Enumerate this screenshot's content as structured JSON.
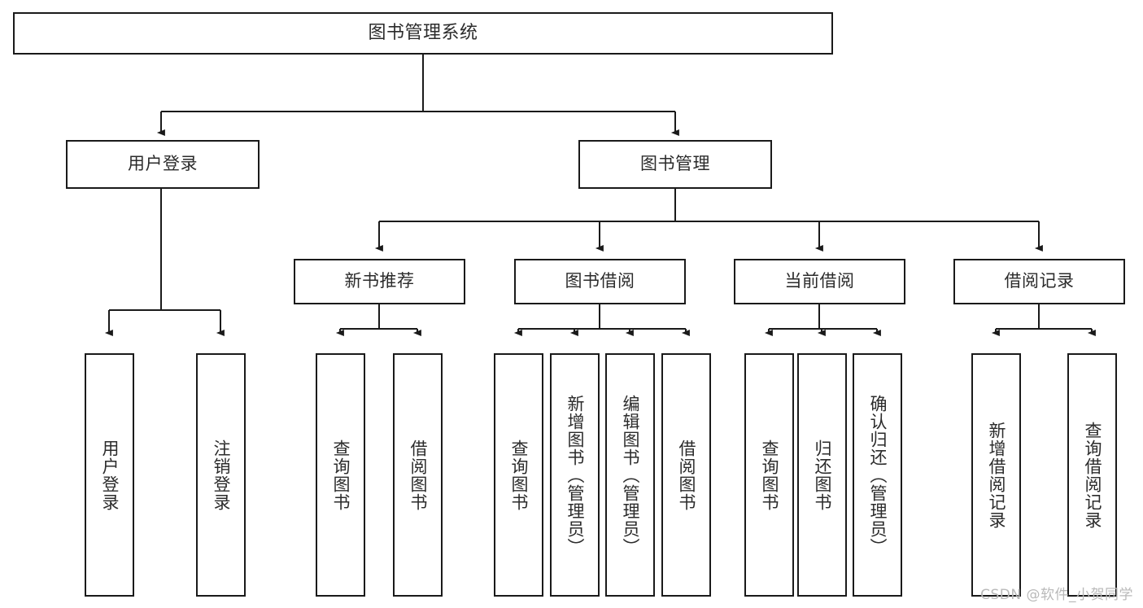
{
  "diagram": {
    "type": "tree-hierarchy-chart",
    "title": "图书管理系统",
    "watermark": "CSDN @软件_小贺同学",
    "colors": {
      "stroke": "#1a1a1a",
      "box_fill": "#ffffff",
      "text": "#2b2b2b",
      "background": "#ffffff",
      "watermark": "#b9b9b9"
    },
    "nodes": {
      "root": {
        "label": "图书管理系统"
      },
      "level1": [
        {
          "label": "用户登录"
        },
        {
          "label": "图书管理"
        }
      ],
      "level2": [
        {
          "label": "新书推荐"
        },
        {
          "label": "图书借阅"
        },
        {
          "label": "当前借阅"
        },
        {
          "label": "借阅记录"
        }
      ],
      "leaves": {
        "user_login": [
          {
            "label": "用户登录"
          },
          {
            "label": "注销登录"
          }
        ],
        "new_book": [
          {
            "label": "查询图书"
          },
          {
            "label": "借阅图书"
          }
        ],
        "borrow_book": [
          {
            "label": "查询图书"
          },
          {
            "label": "新增图书（管理员）"
          },
          {
            "label": "编辑图书（管理员）"
          },
          {
            "label": "借阅图书"
          }
        ],
        "current_borrow": [
          {
            "label": "查询图书"
          },
          {
            "label": "归还图书"
          },
          {
            "label": "确认归还（管理员）"
          }
        ],
        "borrow_record": [
          {
            "label": "新增借阅记录"
          },
          {
            "label": "查询借阅记录"
          }
        ]
      }
    }
  }
}
